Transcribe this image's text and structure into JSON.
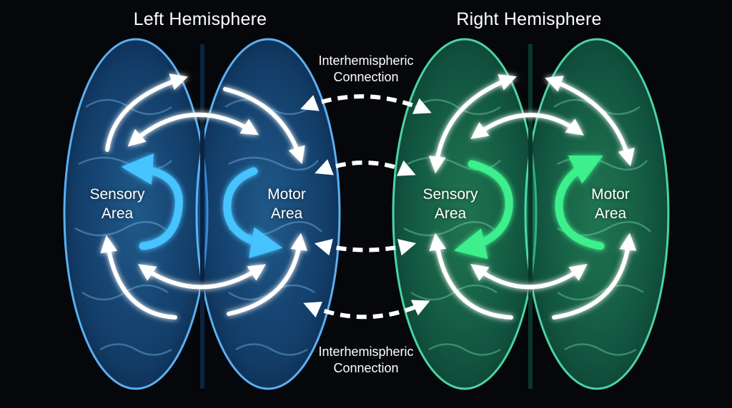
{
  "hemispheres": {
    "left": {
      "title": "Left Hemisphere",
      "sensory": {
        "line1": "Sensory",
        "line2": "Area"
      },
      "motor": {
        "line1": "Motor",
        "line2": "Area"
      },
      "color": "#3ea2f0",
      "accent": "#46c3ff"
    },
    "right": {
      "title": "Right Hemisphere",
      "sensory": {
        "line1": "Sensory",
        "line2": "Area"
      },
      "motor": {
        "line1": "Motor",
        "line2": "Area"
      },
      "color": "#35c98c",
      "accent": "#3cf08c"
    }
  },
  "connections": {
    "top_label": {
      "line1": "Interhemispheric",
      "line2": "Connection"
    },
    "bottom_label": {
      "line1": "Interhemispheric",
      "line2": "Connection"
    },
    "arrow_style": "dashed-double-headed",
    "color": "#ffffff"
  },
  "colors": {
    "background": "#05070b"
  }
}
